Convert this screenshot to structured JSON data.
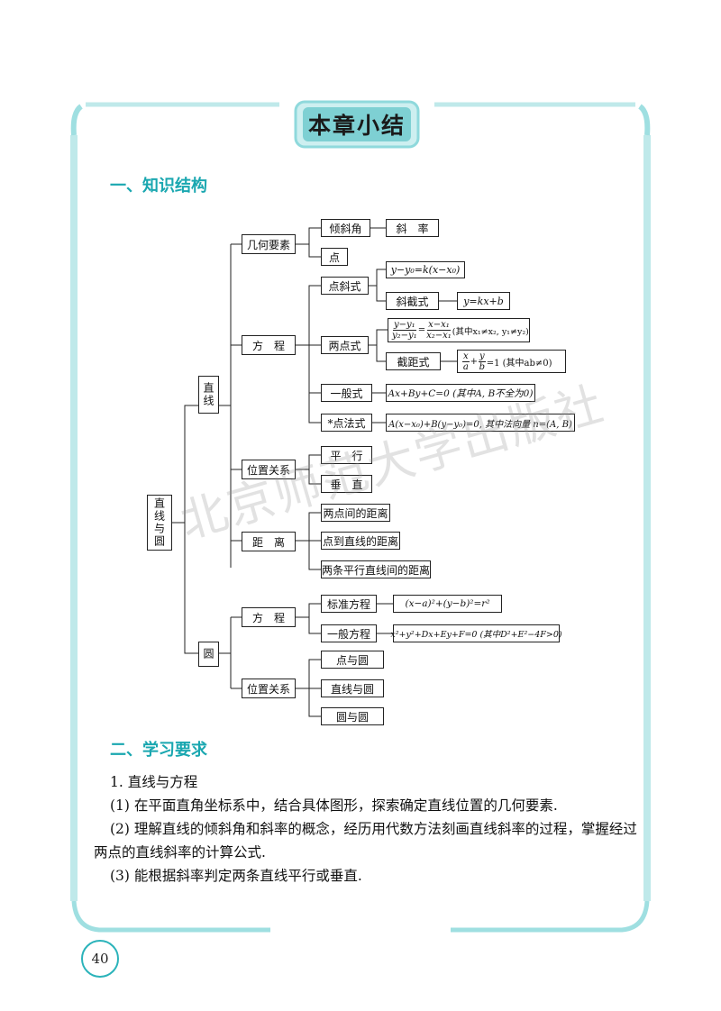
{
  "page": {
    "title": "本章小结",
    "section1": "一、知识结构",
    "section2": "二、学习要求",
    "page_number": "40",
    "watermark": "北京师范大学出版社"
  },
  "diagram": {
    "root": "直线与圆",
    "line": "直线",
    "circle": "圆",
    "geo_elements": "几何要素",
    "incline_angle": "倾斜角",
    "slope": "斜　率",
    "point": "点",
    "equation": "方　程",
    "point_slope": "点斜式",
    "point_slope_formula": "y−y₀=k(x−x₀)",
    "slope_intercept": "斜截式",
    "slope_intercept_formula": "y=kx+b",
    "two_point": "两点式",
    "two_point_condition": "(其中x₁≠x₂, y₁≠y₂)",
    "intercept_form": "截距式",
    "intercept_condition": "=1 (其中ab≠0)",
    "general_form": "一般式",
    "general_formula": "Ax+By+C=0 (其中A, B不全为0)",
    "normal_form": "*点法式",
    "normal_formula": "A(x−x₀)+B(y−y₀)=0, 其中法向量 n=(A, B)",
    "position": "位置关系",
    "parallel": "平　行",
    "perpendicular": "垂　直",
    "distance": "距　离",
    "point_point_dist": "两点间的距离",
    "point_line_dist": "点到直线的距离",
    "parallel_lines_dist": "两条平行直线间的距离",
    "circle_equation": "方　程",
    "standard_eq": "标准方程",
    "standard_formula": "(x−a)²+(y−b)²=r²",
    "general_eq": "一般方程",
    "general_circle_formula": "x²+y²+Dx+Ey+F=0 (其中D²+E²−4F>0)",
    "circle_position": "位置关系",
    "point_circle": "点与圆",
    "line_circle": "直线与圆",
    "circle_circle": "圆与圆"
  },
  "requirements": {
    "item1": "1. 直线与方程",
    "p1": "(1) 在平面直角坐标系中，结合具体图形，探索确定直线位置的几何要素.",
    "p2a": "(2) 理解直线的倾斜角和斜率的概念，经历用代数方法刻画直线斜率的过程，掌握经过",
    "p2b": "两点的直线斜率的计算公式.",
    "p3": "(3) 能根据斜率判定两条直线平行或垂直."
  },
  "colors": {
    "accent": "#1aa7b0",
    "frame": "#8fd9dc",
    "title_bg": "#7ed0d3"
  }
}
